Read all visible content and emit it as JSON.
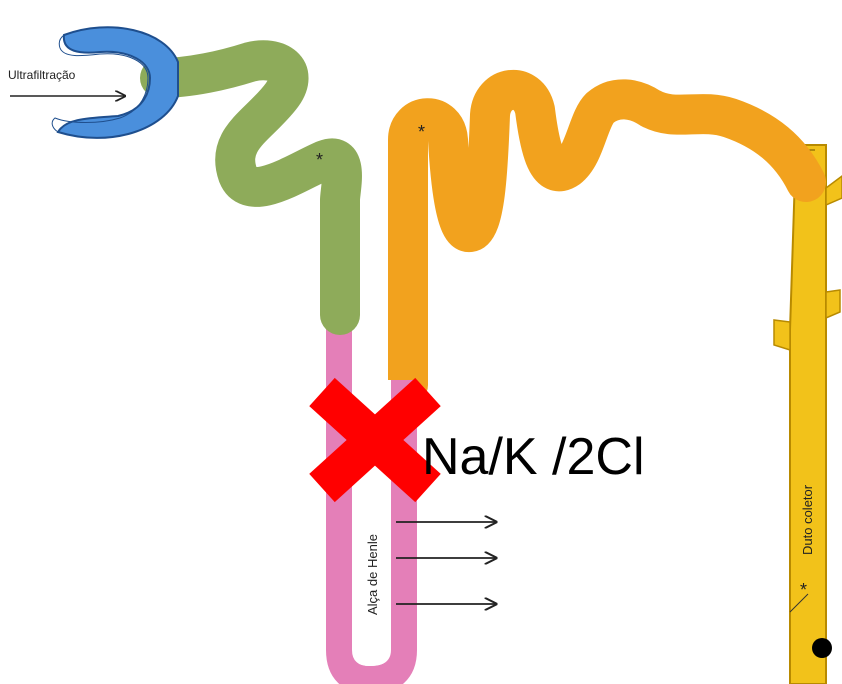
{
  "labels": {
    "ultrafiltration": "Ultrafiltração",
    "loop": "Alça de Henle",
    "collecting_duct": "Duto coletor",
    "transporter": "Na/K /2Cl"
  },
  "colors": {
    "bowman_capsule": "#4a8fdc",
    "proximal_tubule": "#8eab5a",
    "loop_of_henle": "#e47fb8",
    "distal_tubule": "#f2a21e",
    "collecting_duct": "#f2c21a",
    "block_x": "#ff0000"
  },
  "icons": {
    "block": "red-x-icon",
    "flow": "right-arrow-icon",
    "dot": "black-dot-icon"
  }
}
